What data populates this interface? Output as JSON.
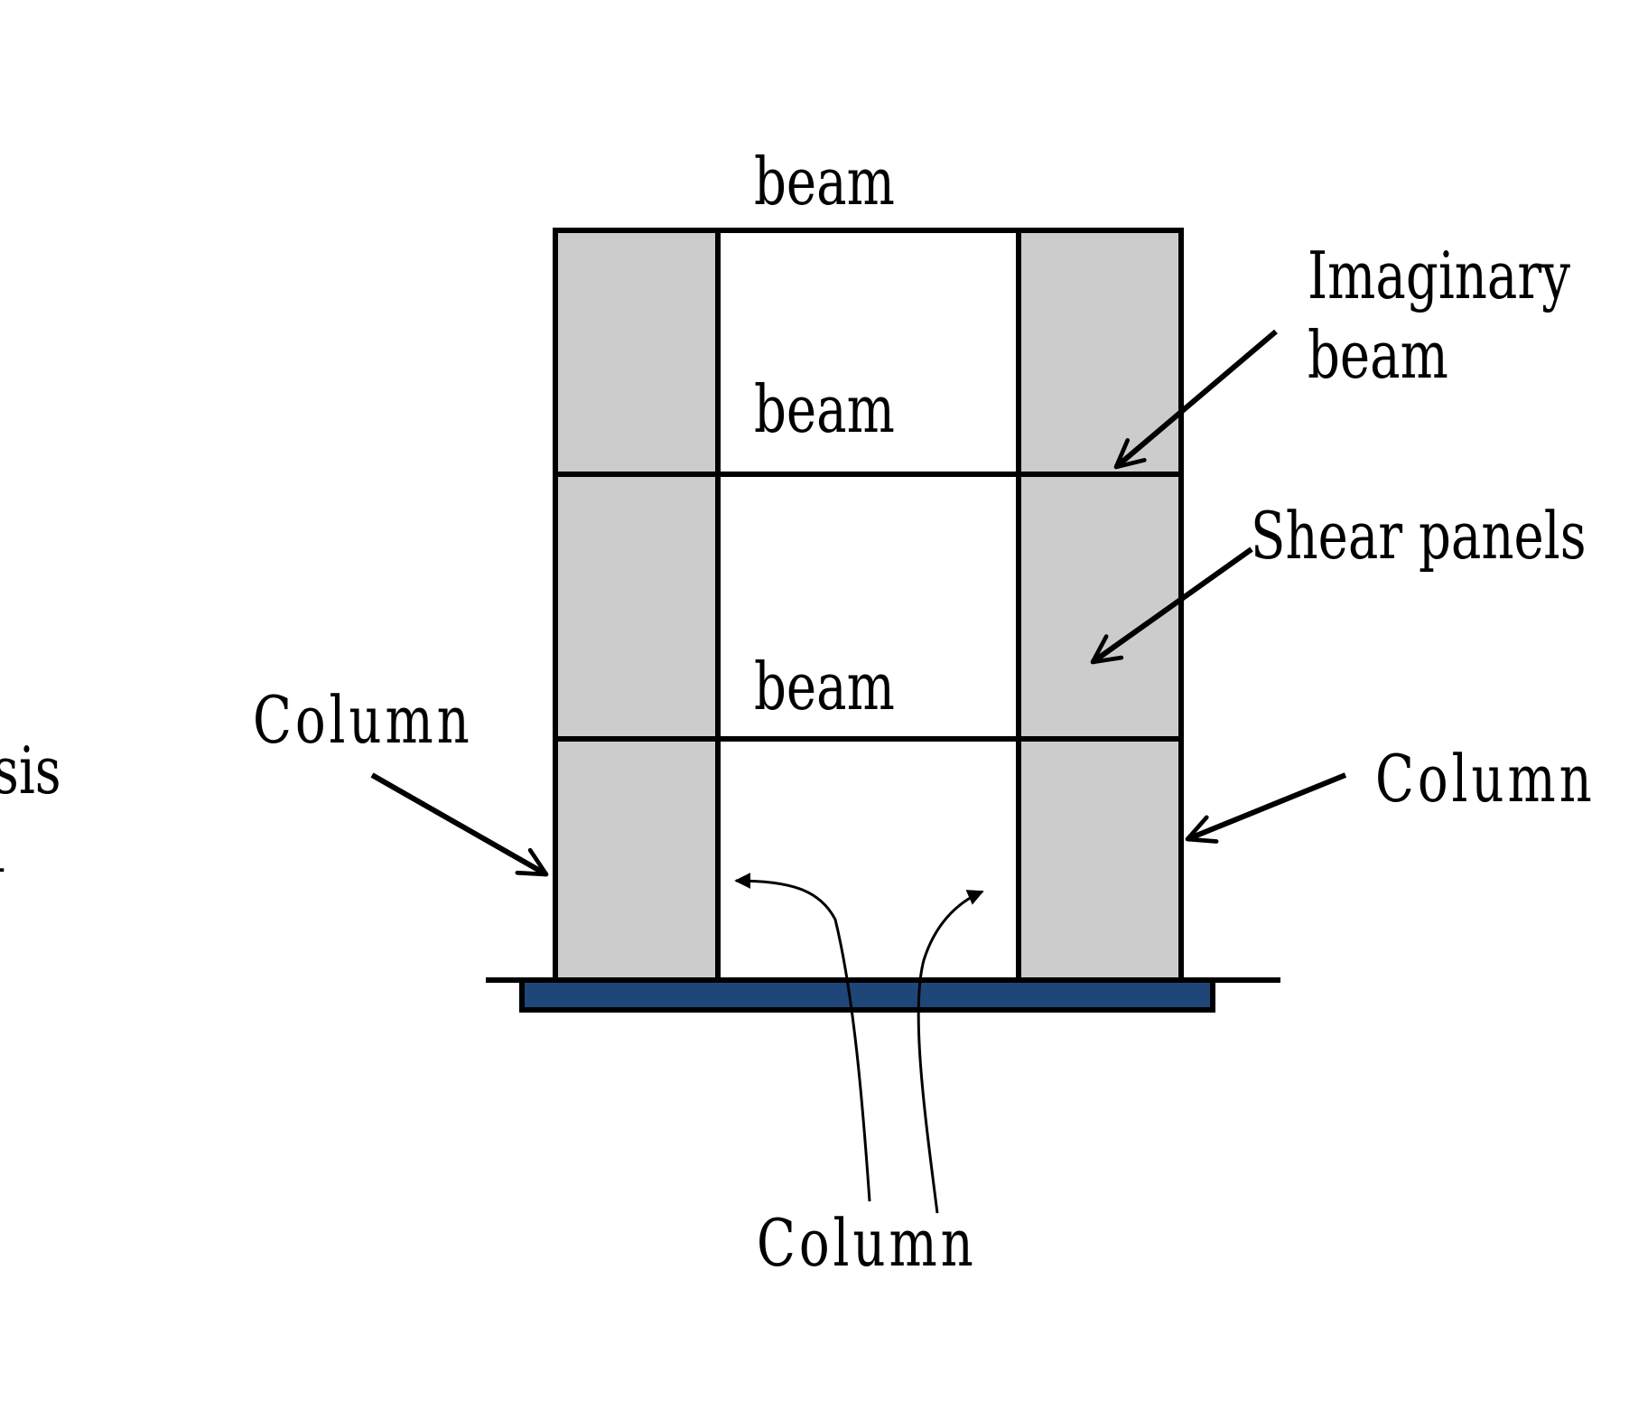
{
  "diagram": {
    "labels": {
      "top_beam": "beam",
      "middle_beam": "beam",
      "lower_beam": "beam",
      "imaginary_beam_line1": "Imaginary",
      "imaginary_beam_line2": "beam",
      "shear_panels": "Shear panels",
      "column_left": "Column",
      "column_right": "Column",
      "column_bottom": "Column",
      "cut_off_line1": "sis",
      "cut_off_line2": "l"
    },
    "colors": {
      "panel_fill": "#cccccc",
      "base_plate": "#1f4678",
      "stroke": "#000000",
      "background": "#ffffff"
    }
  }
}
